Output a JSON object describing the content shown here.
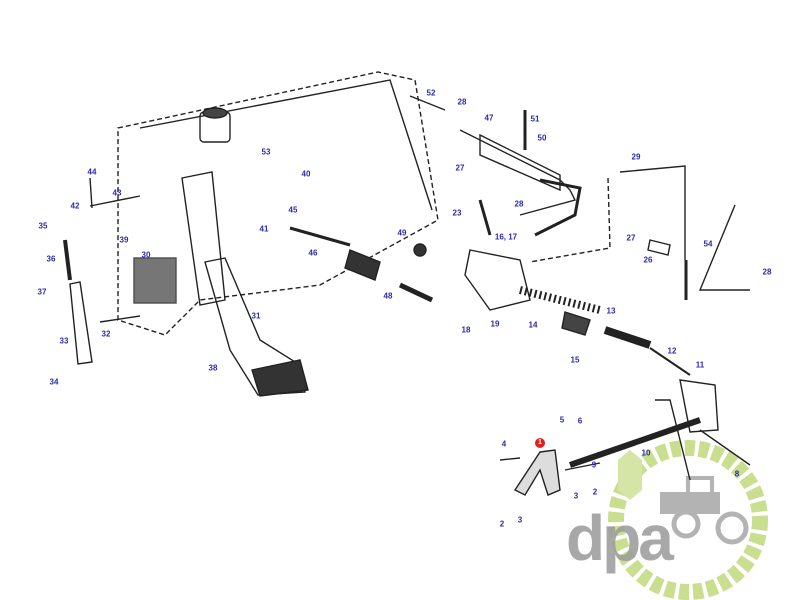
{
  "diagram": {
    "title": "Clutch pedal and hydraulic clutch release assembly",
    "labels": [
      "44",
      "43",
      "42",
      "35",
      "39",
      "36",
      "37",
      "30",
      "33",
      "32",
      "34",
      "31",
      "38",
      "53",
      "40",
      "45",
      "41",
      "46",
      "52",
      "28",
      "47",
      "51",
      "50",
      "27",
      "28",
      "23",
      "16, 17",
      "49",
      "48",
      "29",
      "27",
      "26",
      "54",
      "28",
      "18",
      "19",
      "14",
      "13",
      "15",
      "12",
      "11",
      "5",
      "6",
      "4",
      "1",
      "10",
      "9",
      "8",
      "3",
      "2",
      "2",
      "3"
    ],
    "highlight_label": "1",
    "highlight_color": "#e02020",
    "label_color": "#2a2aa8"
  },
  "watermark": {
    "brand": "dpa",
    "gray": "#9a9a9a",
    "green": "#b8d36a"
  }
}
